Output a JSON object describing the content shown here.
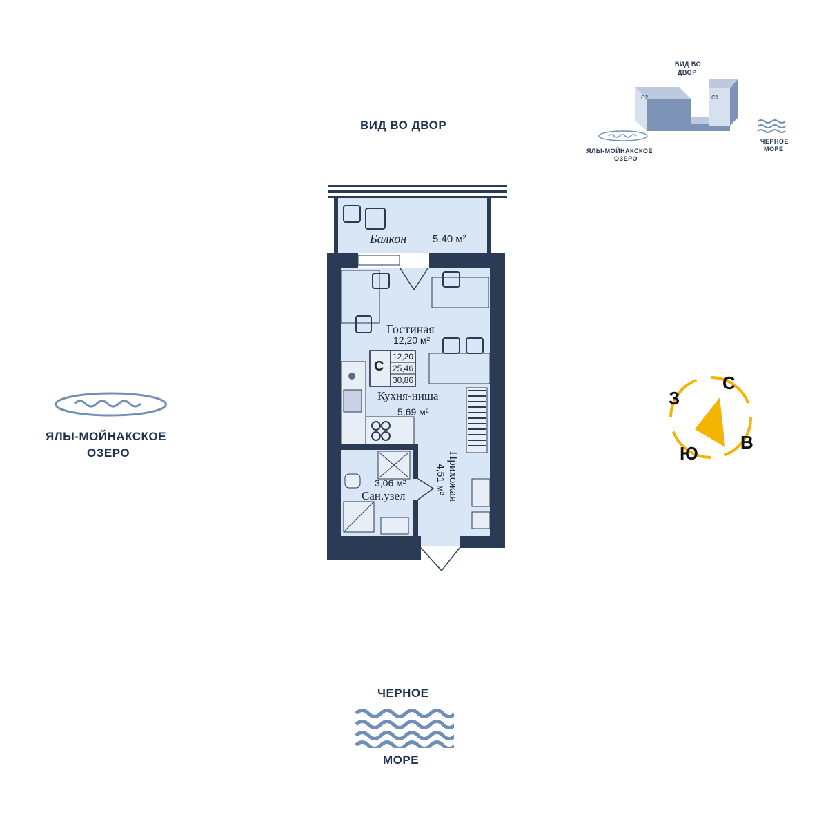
{
  "view": {
    "top": "ВИД ВО ДВОР"
  },
  "lake": {
    "line1": "ЯЛЫ-МОЙНАКСКОЕ",
    "line2": "ОЗЕРО"
  },
  "sea": {
    "line1": "ЧЕРНОЕ",
    "line2": "МОРЕ"
  },
  "minimap": {
    "view_top_line1": "ВИД ВО",
    "view_top_line2": "ДВОР",
    "lake_line1": "ЯЛЫ-МОЙНАКСКОЕ",
    "lake_line2": "ОЗЕРО",
    "sea_line1": "ЧЕРНОЕ",
    "sea_line2": "МОРЕ",
    "block_c2": "С2",
    "block_c1": "С1"
  },
  "compass": {
    "north": "С",
    "east": "В",
    "south": "Ю",
    "west": "З",
    "accent": "#f5b400"
  },
  "plan": {
    "balcony": {
      "name": "Балкон",
      "area": "5,40 м²"
    },
    "living": {
      "name": "Гостиная",
      "area": "12,20 м²"
    },
    "kitchen": {
      "name": "Кухня-ниша",
      "area": "5,69 м²"
    },
    "hall": {
      "name": "Прихожая",
      "area": "4,51 м²"
    },
    "bath": {
      "name": "Сан.узел",
      "area": "3,06 м²"
    },
    "type": {
      "letter": "С",
      "living_area": "12,20",
      "total_area": "25,46",
      "total_with_balcony": "30,86"
    }
  },
  "colors": {
    "wall": "#2b3a55",
    "floor": "#d9e6f5",
    "text_dark": "#1f3350",
    "wave": "#6f8fb5"
  }
}
